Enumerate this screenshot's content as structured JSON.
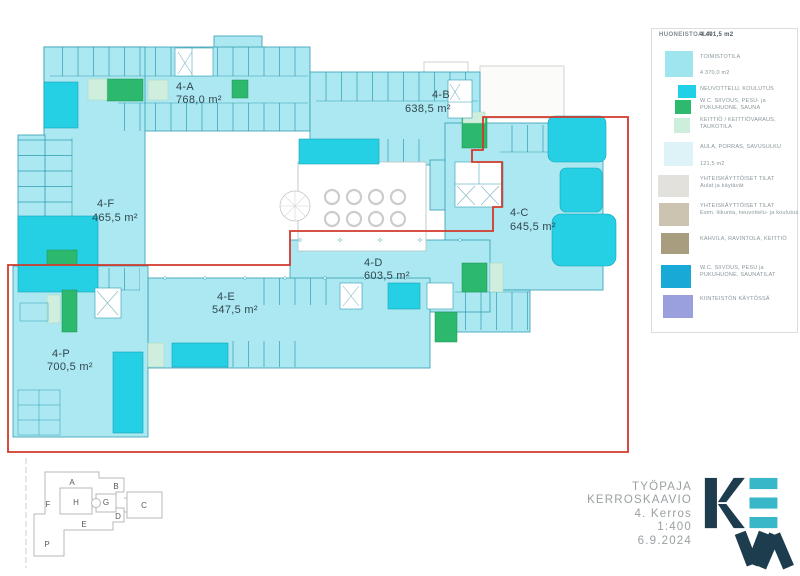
{
  "plan": {
    "rooms": [
      {
        "id": "4-A",
        "area": "768,0 m²"
      },
      {
        "id": "4-B",
        "area": "638,5 m²"
      },
      {
        "id": "4-C",
        "area": "645,5 m²"
      },
      {
        "id": "4-D",
        "area": "603,5 m²"
      },
      {
        "id": "4-E",
        "area": "547,5 m²"
      },
      {
        "id": "4-F",
        "area": "465,5 m²"
      },
      {
        "id": "4-P",
        "area": "700,5 m²"
      }
    ],
    "colors": {
      "office": "#ace8f1",
      "meeting": "#25cfe4",
      "wc": "#2cb96d",
      "kitchen": "#cfeedd",
      "boundary_red": "#d2392b"
    }
  },
  "legend": {
    "header": {
      "label": "HUONEISTOALA",
      "value": "4 491,5 m2"
    },
    "rows": [
      {
        "color": "#9fe5ef",
        "line1": "TOIMISTOTILA",
        "line2": "",
        "sub": "4 370,0 m2"
      },
      {
        "color": "#1fd0e6",
        "line1": "NEUVOTTELU, KOULUTUS",
        "line2": "",
        "sub": ""
      },
      {
        "color": "#2db96e",
        "line1": "W.C. SIIVOUS, PESU- ja",
        "line2": "PUKUHUONE, SAUNA",
        "sub": ""
      },
      {
        "color": "#cdeedb",
        "line1": "KEITTIÖ / KEITTIÖVARAUS,",
        "line2": "TAUKOTILA",
        "sub": ""
      },
      {
        "color": "#ddf3f8",
        "line1": "AULA, PORRAS, SAVUSULKU",
        "line2": "",
        "sub": "121,5 m2"
      },
      {
        "color": "#e3e1db",
        "line1": "YHTEISKÄYTTÖISET TILAT",
        "line2": "Aulat ja käytävät",
        "sub": ""
      },
      {
        "color": "#ccc4b0",
        "line1": "YHTEISKÄYTTÖISET TILAT",
        "line2": "Esim. liikunta, neuvottelu- ja koulutus",
        "sub": ""
      },
      {
        "color": "#a89d7f",
        "line1": "KAHVILA, RAVINTOLA, KEITTIÖ",
        "line2": "",
        "sub": ""
      },
      {
        "color": "#18a9d7",
        "line1": "W.C. SIIVOUS, PESU ja",
        "line2": "PUKUHUONE, SAUNATILAT",
        "sub": ""
      },
      {
        "color": "#9aa0dc",
        "line1": "KIINTEISTÖN KÄYTÖSSÄ",
        "line2": "",
        "sub": ""
      }
    ]
  },
  "title_block": {
    "project": "TYÖPAJA",
    "drawing": "KERROSKAAVIO",
    "floor": "4. Kerros",
    "scale": "1:400",
    "date": "6.9.2024",
    "logo_name": "KEVA"
  },
  "key_plan": {
    "letters": [
      "A",
      "B",
      "F",
      "H",
      "G",
      "C",
      "D",
      "E",
      "P"
    ]
  }
}
